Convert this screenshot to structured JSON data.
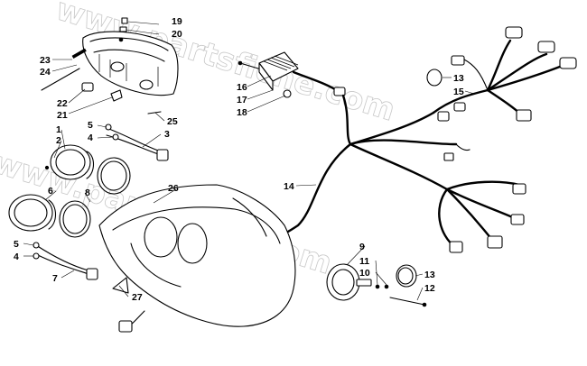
{
  "watermark": {
    "text_upper": "www.partsfiche.com",
    "text_lower": "www.partsfiche.com",
    "color": "#c8c8c8"
  },
  "callouts": {
    "c1": "1",
    "c2": "2",
    "c3": "3",
    "c4a": "4",
    "c4b": "4",
    "c5a": "5",
    "c5b": "5",
    "c6": "6",
    "c7": "7",
    "c8": "8",
    "c9": "9",
    "c10": "10",
    "c11": "11",
    "c12": "12",
    "c13a": "13",
    "c13b": "13",
    "c14": "14",
    "c15": "15",
    "c16": "16",
    "c17": "17",
    "c18": "18",
    "c19": "19",
    "c20": "20",
    "c21": "21",
    "c22": "22",
    "c23": "23",
    "c24": "24",
    "c25": "25",
    "c26": "26",
    "c27": "27"
  },
  "colors": {
    "line": "#000000",
    "background": "#ffffff"
  }
}
